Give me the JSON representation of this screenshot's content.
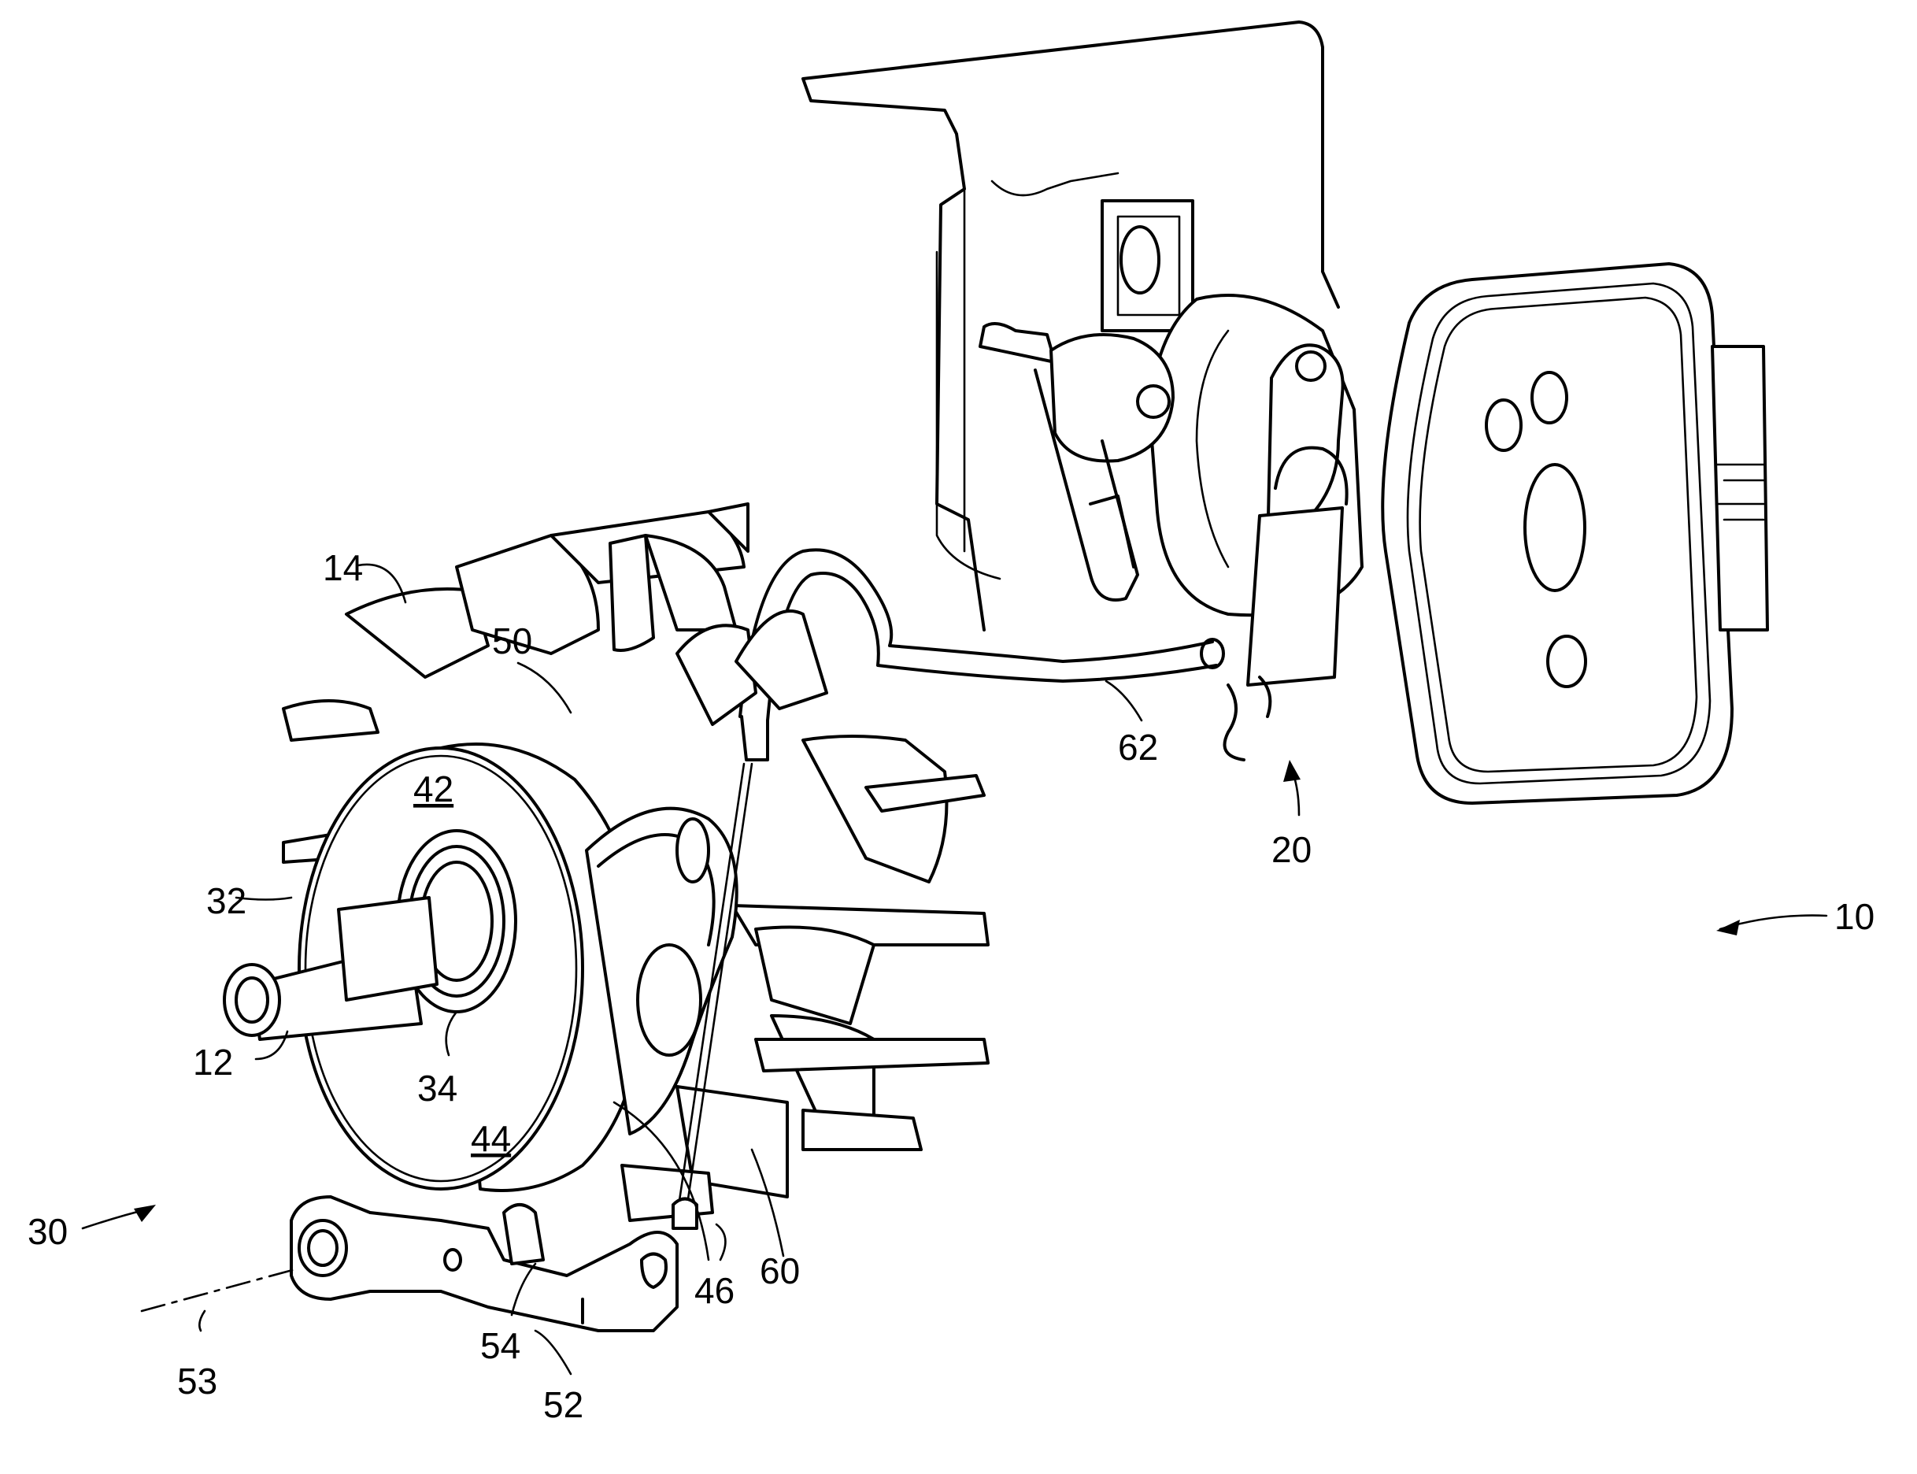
{
  "labels": {
    "l10": "10",
    "l12": "12",
    "l14": "14",
    "l20": "20",
    "l30": "30",
    "l32": "32",
    "l34": "34",
    "l42": "42",
    "l44": "44",
    "l46": "46",
    "l50": "50",
    "l52": "52",
    "l53": "53",
    "l54": "54",
    "l60": "60",
    "l62": "62"
  }
}
